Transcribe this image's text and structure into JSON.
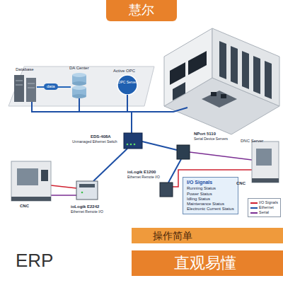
{
  "diagram": {
    "nodes": [
      {
        "text": [
          "慧尔"
        ]
      },
      {
        "text": [
          "data"
        ]
      },
      {
        "text": [
          "I/O Signals",
          "Running Status",
          "Power Status",
          "Idling Status",
          "Maintenance Status",
          "Electronic Current Status"
        ]
      },
      {
        "text": [
          "操作简单"
        ]
      },
      {
        "text": [
          "直观易懂"
        ]
      }
    ],
    "labels": [
      "Database",
      "DA Center",
      "Active OPC",
      "OPC Server",
      "DNC Server",
      "EDS-408A",
      "Unmanaged Ethernet Switch",
      "NPort 5110",
      "Serial Device Servers",
      "ioLogik E1200",
      "Ethernet Remote I/O",
      "CNC",
      "ioLogik E2242",
      "Ethernet Remote I/O",
      "CNC",
      "ERP"
    ],
    "legend": [
      {
        "text": "I/O Signals"
      },
      {
        "text": "Ethernet"
      },
      {
        "text": "Serial"
      }
    ]
  }
}
